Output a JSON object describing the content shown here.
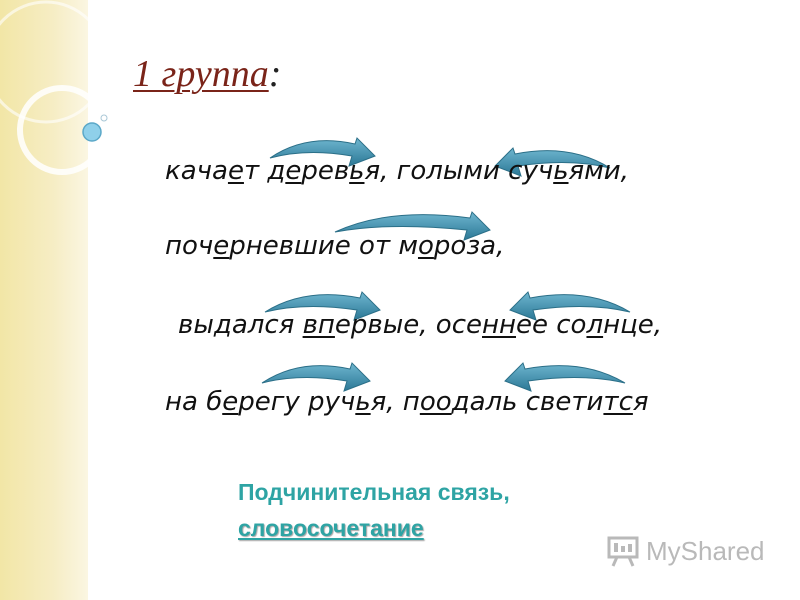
{
  "title": {
    "text": "1 группа",
    "colon": ":"
  },
  "phrases": [
    {
      "parts": [
        {
          "t": "кача"
        },
        {
          "t": "е",
          "u": true
        },
        {
          "t": "т д"
        },
        {
          "t": "е",
          "u": true
        },
        {
          "t": "рев"
        },
        {
          "t": "ь",
          "u": true
        },
        {
          "t": "я, голыми суч"
        },
        {
          "t": "ь",
          "u": true
        },
        {
          "t": "ями,"
        }
      ]
    },
    {
      "parts": [
        {
          "t": "поч"
        },
        {
          "t": "е",
          "u": true
        },
        {
          "t": "рневшие от м"
        },
        {
          "t": "о",
          "u": true
        },
        {
          "t": "роза,"
        }
      ]
    },
    {
      "parts": [
        {
          "t": "выдался "
        },
        {
          "t": "вп",
          "u": true
        },
        {
          "t": "ервые, осе"
        },
        {
          "t": "нн",
          "u": true
        },
        {
          "t": "ее со"
        },
        {
          "t": "л",
          "u": true
        },
        {
          "t": "нце,"
        }
      ]
    },
    {
      "parts": [
        {
          "t": "на б"
        },
        {
          "t": "е",
          "u": true
        },
        {
          "t": "регу руч"
        },
        {
          "t": "ь",
          "u": true
        },
        {
          "t": "я, п"
        },
        {
          "t": "оо",
          "u": true
        },
        {
          "t": "даль свети"
        },
        {
          "t": "тс",
          "u": true
        },
        {
          "t": "я"
        }
      ]
    }
  ],
  "note": {
    "line1": "Подчинительная связь,",
    "line2": "словосочетание"
  },
  "watermark": {
    "text": "MyShared",
    "icon": "presentation-board-icon"
  },
  "colors": {
    "title": "#7a2419",
    "arrow": "#3c8aa6",
    "note": "#2ea4a4"
  }
}
